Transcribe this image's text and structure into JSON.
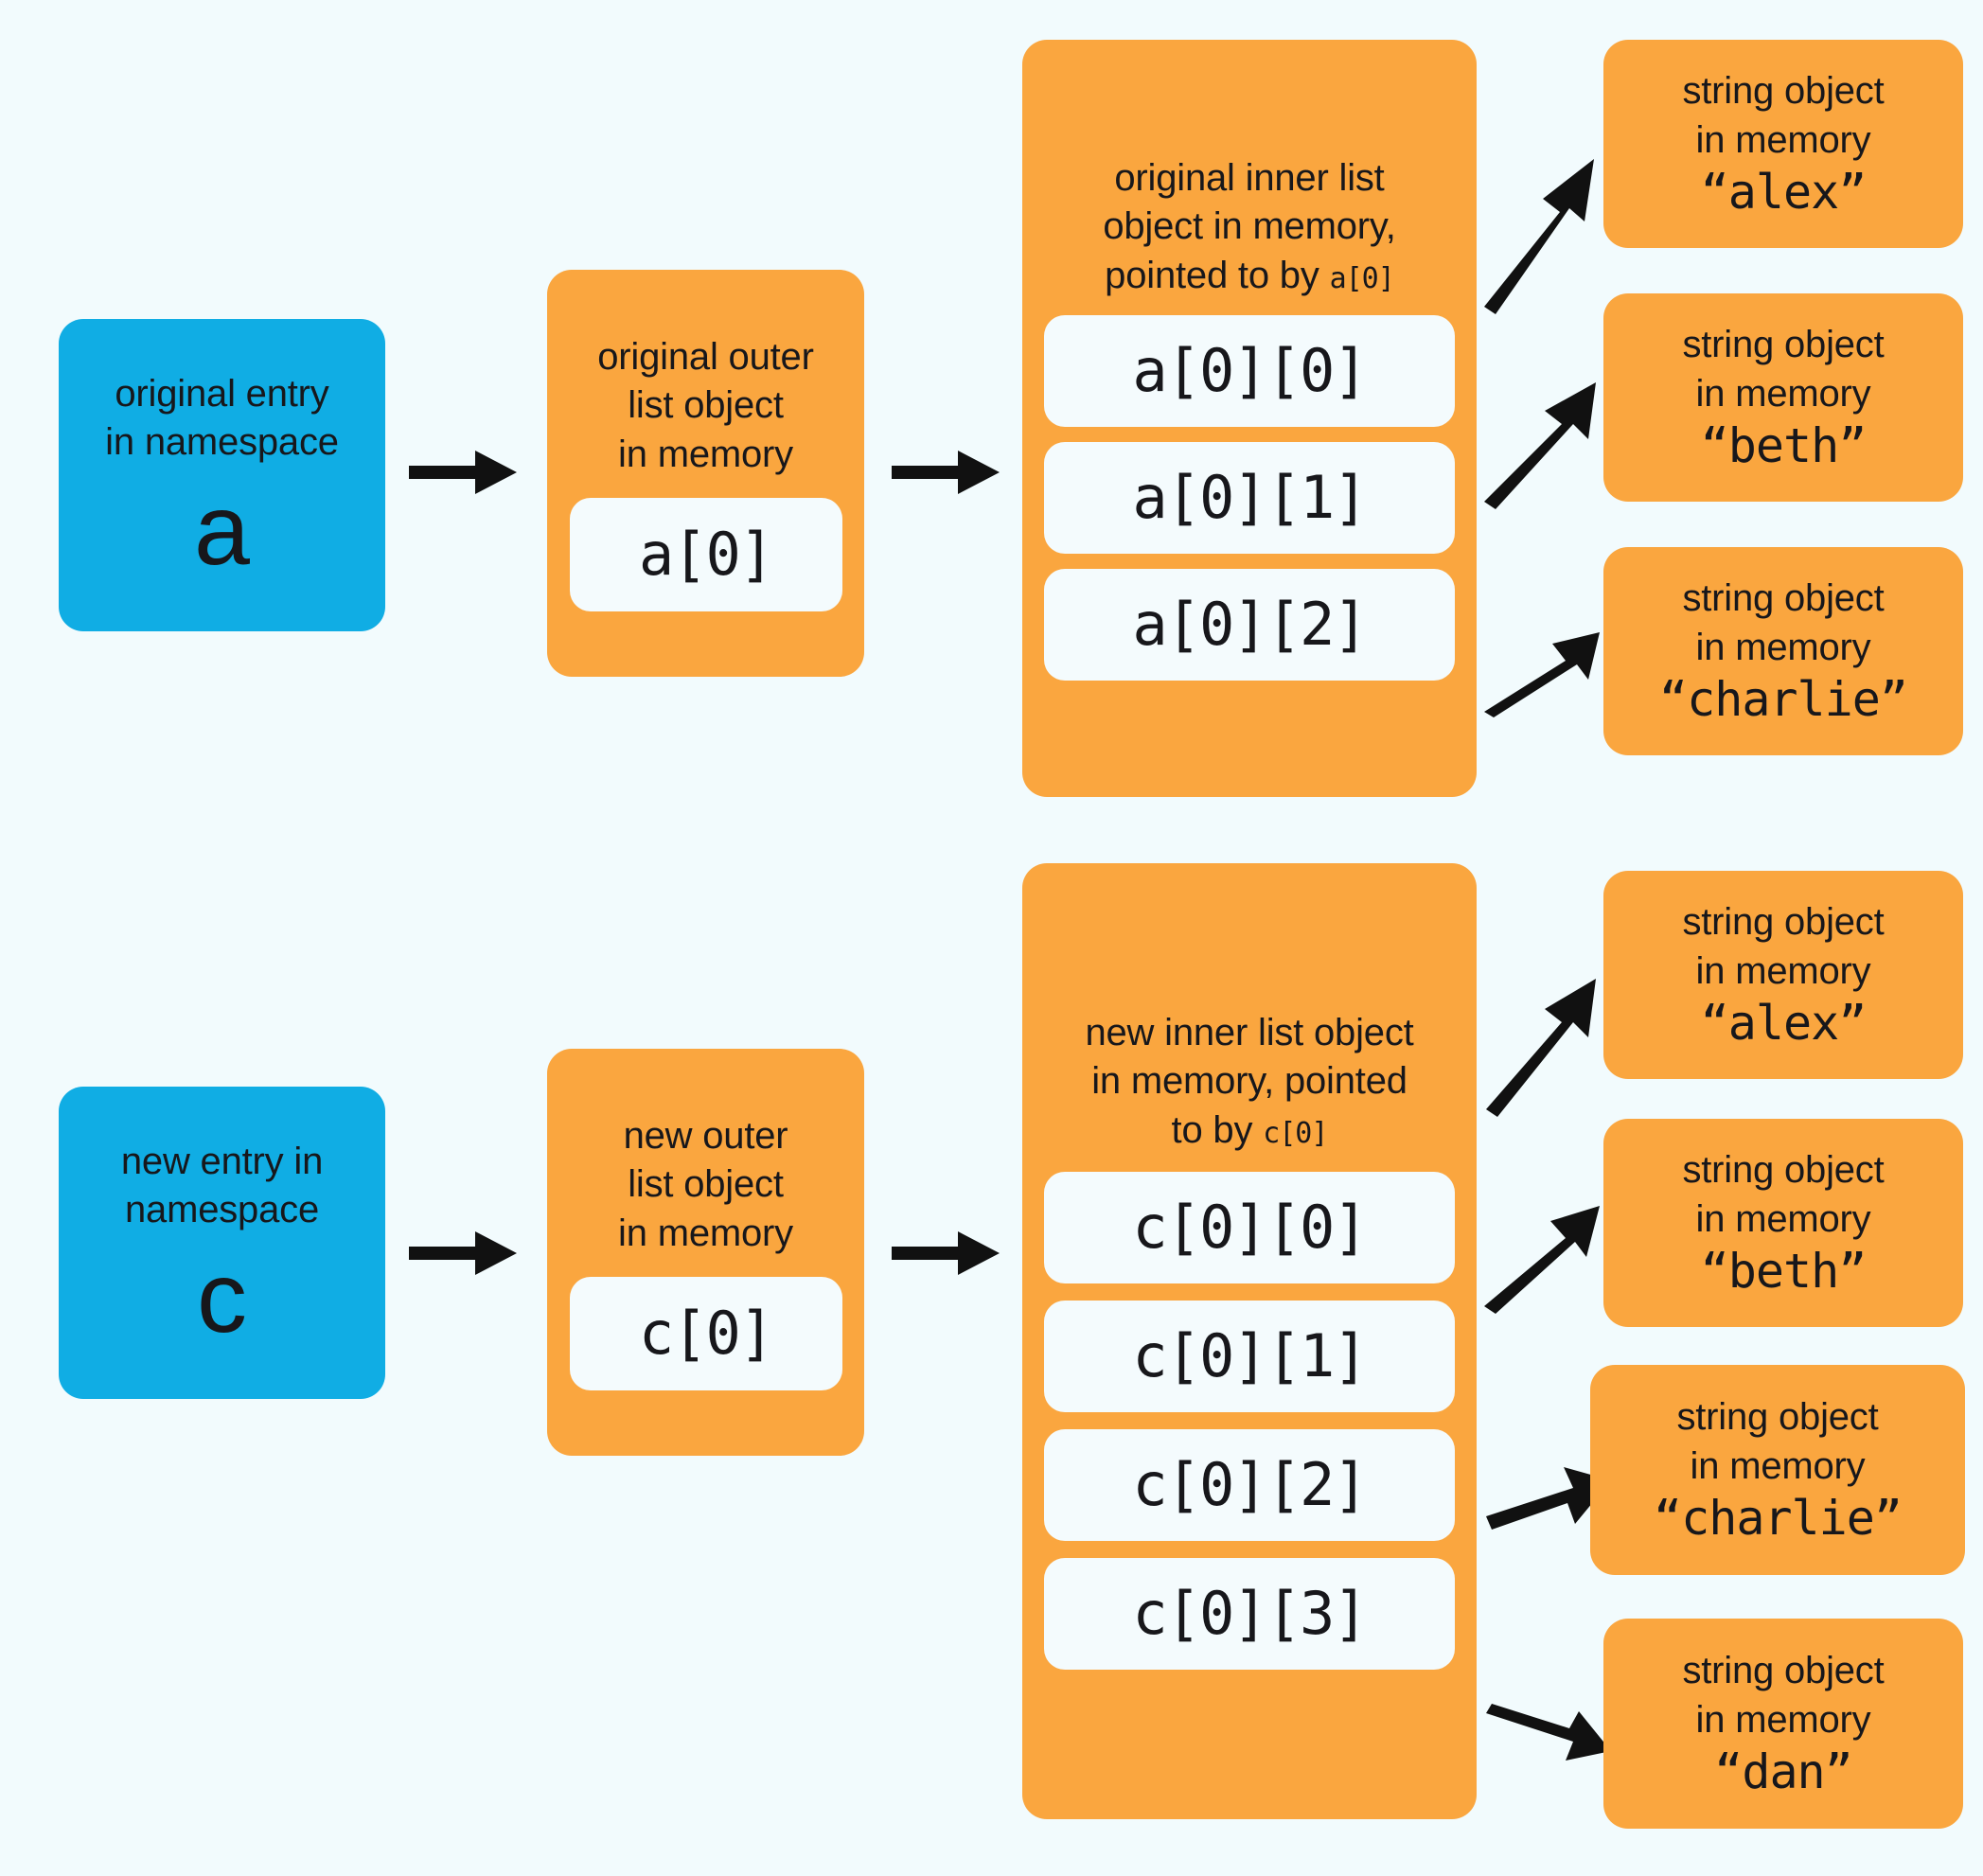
{
  "diagram": {
    "title": "Python list copy memory diagram",
    "colors": {
      "background": "#F2FBFD",
      "namespace_blue": "#10ADE4",
      "object_orange": "#FAA63F",
      "cell_white": "#F4FBFD",
      "arrow_black": "#111111",
      "text": "#17171B"
    }
  },
  "top": {
    "namespace": {
      "caption_line1": "original entry",
      "caption_line2": "in namespace",
      "variable": "a"
    },
    "outer_list": {
      "caption_line1": "original outer",
      "caption_line2": "list object",
      "caption_line3": "in memory",
      "cell": "a[0]"
    },
    "inner_list": {
      "caption_line1": "original inner list",
      "caption_line2": "object in memory,",
      "caption_line3_prefix": "pointed to by ",
      "caption_line3_code": "a[0]",
      "cells": [
        "a[0][0]",
        "a[0][1]",
        "a[0][2]"
      ]
    },
    "strings": [
      {
        "line1": "string object",
        "line2": "in memory",
        "value": "“alex”"
      },
      {
        "line1": "string object",
        "line2": "in memory",
        "value": "“beth”"
      },
      {
        "line1": "string object",
        "line2": "in memory",
        "value": "“charlie”"
      }
    ]
  },
  "bottom": {
    "namespace": {
      "caption_line1": "new entry in",
      "caption_line2": "namespace",
      "variable": "c"
    },
    "outer_list": {
      "caption_line1": "new outer",
      "caption_line2": "list object",
      "caption_line3": "in memory",
      "cell": "c[0]"
    },
    "inner_list": {
      "caption_line1": "new inner list object",
      "caption_line2": "in memory, pointed",
      "caption_line3_prefix": "to by ",
      "caption_line3_code": "c[0]",
      "cells": [
        "c[0][0]",
        "c[0][1]",
        "c[0][2]",
        "c[0][3]"
      ]
    },
    "strings": [
      {
        "line1": "string object",
        "line2": "in memory",
        "value": "“alex”"
      },
      {
        "line1": "string object",
        "line2": "in memory",
        "value": "“beth”"
      },
      {
        "line1": "string object",
        "line2": "in memory",
        "value": "“charlie”"
      },
      {
        "line1": "string object",
        "line2": "in memory",
        "value": "“dan”"
      }
    ]
  }
}
